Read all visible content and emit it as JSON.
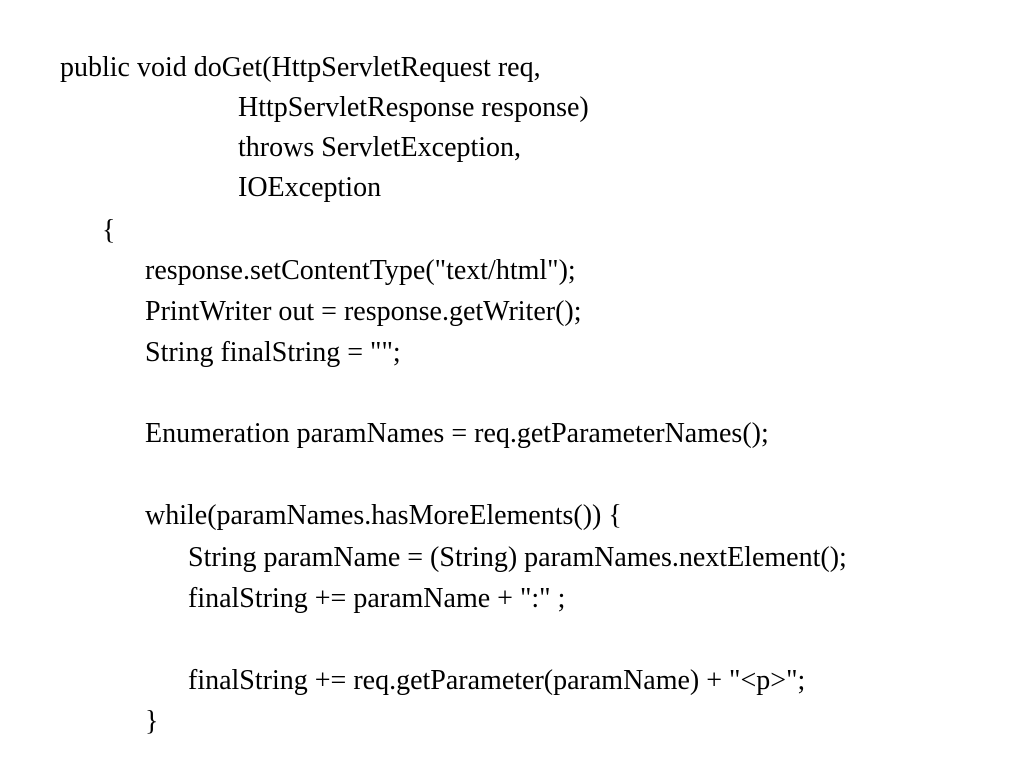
{
  "code": {
    "lines": [
      "public void doGet(HttpServletRequest req,",
      "HttpServletResponse response)",
      "throws ServletException,",
      "IOException",
      "{",
      "response.setContentType(\"text/html\");",
      "PrintWriter out = response.getWriter();",
      "String finalString = \"\";",
      "Enumeration paramNames = req.getParameterNames();",
      "while(paramNames.hasMoreElements()) {",
      "String paramName = (String) paramNames.nextElement();",
      "finalString += paramName + \":\" ;",
      "finalString += req.getParameter(paramName) + \"<p>\";",
      "}"
    ]
  }
}
